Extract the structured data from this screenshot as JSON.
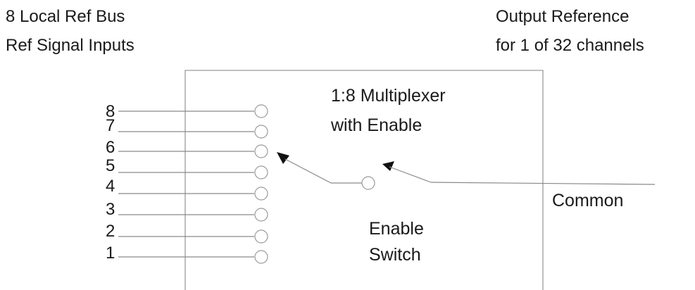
{
  "inputs_title": [
    "8 Local Ref Bus",
    "Ref Signal Inputs"
  ],
  "output_title": [
    "Output Reference",
    "for 1 of 32 channels"
  ],
  "mux_label": [
    "1:8 Multiplexer",
    "with Enable"
  ],
  "switch_label": [
    "Enable",
    "Switch"
  ],
  "common_label": "Common",
  "input_numbers": [
    "8",
    "7",
    "6",
    "5",
    "4",
    "3",
    "2",
    "1"
  ],
  "colors": {
    "text": "#1a1a1a",
    "wire": "#8a8a8a",
    "arrow": "#111111"
  }
}
